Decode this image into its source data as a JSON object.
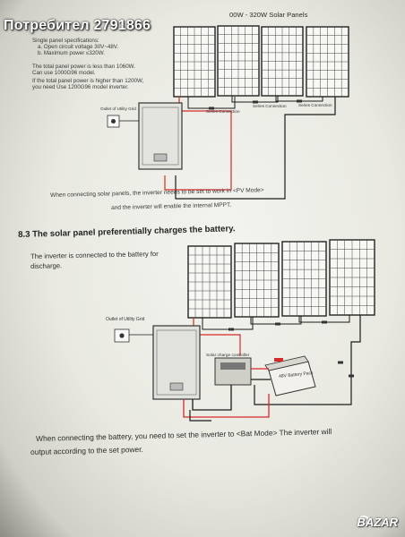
{
  "watermark": "Потребител 2791866",
  "top_section": {
    "panel_title": "00W - 320W Solar Panels",
    "specs": [
      "Single panel specifications:",
      "a. Open circuit voltage 30V~48V.",
      "b. Maximum power ≤320W.",
      "The total panel power is less than 1060W.",
      "Can use 1000G96 model.",
      "If the total panel power is higher than 1200W,",
      "you need Use 1200G96 model inverter."
    ],
    "outlet_label": "Outlet of Utility Grid",
    "connector_labels": [
      "Series Connection",
      "Series Connection",
      "Series Connection"
    ],
    "caption": [
      "When connecting solar panels, the inverter needs to be set to work in <PV Mode>",
      "and the inverter will enable the internal MPPT."
    ]
  },
  "section_83": {
    "heading": "8.3 The solar panel preferentially charges the battery.",
    "intro": [
      "The inverter is connected to the battery for",
      "discharge."
    ],
    "outlet_label": "Outlet of Utility Grid",
    "controller_label": "Solar charge controller",
    "battery_label": "48V Battery Pack",
    "caption": [
      "When connecting the battery, you need to set the inverter to <Bat Mode> The inverter will",
      "output according to the set power."
    ]
  },
  "logo": "BAZAR",
  "colors": {
    "paper": "#efefe9",
    "wire_red": "#d62a2a",
    "wire_black": "#1a1a1a",
    "panel_frame": "#222222",
    "watermark_text": "#ffffff"
  }
}
